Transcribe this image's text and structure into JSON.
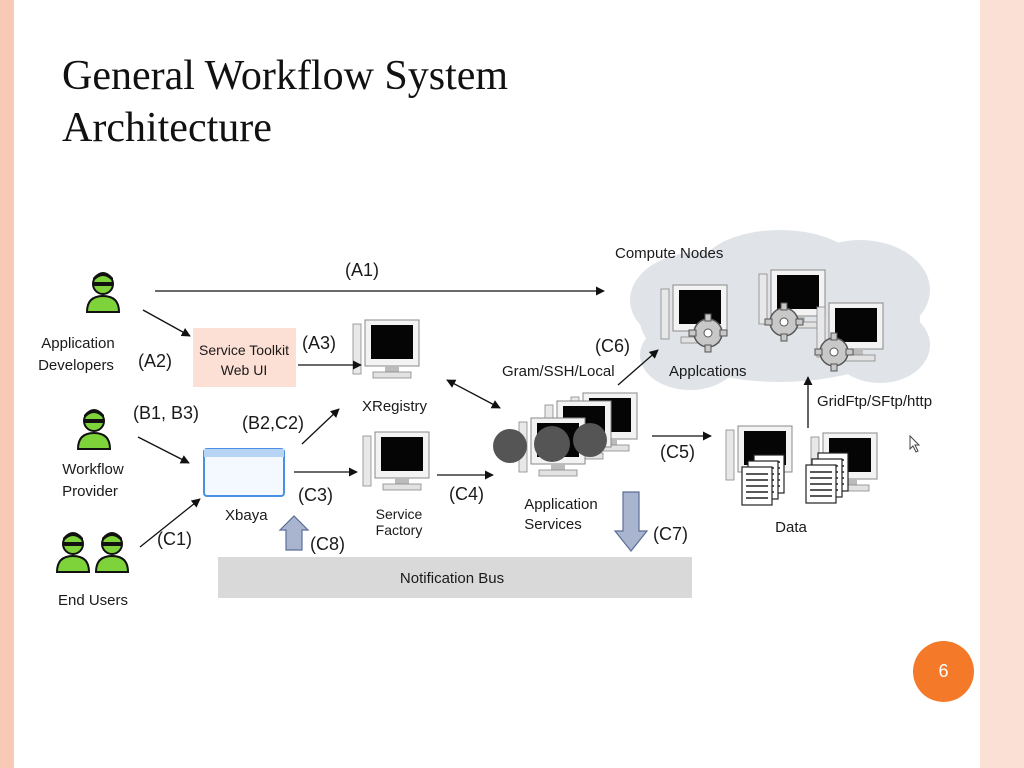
{
  "slide": {
    "title_line1": "General Workflow System",
    "title_line2": "Architecture",
    "page_number": "6"
  },
  "colors": {
    "accent": "#f47a2a",
    "border": "#f8c9b5",
    "toolkit_box": "#fde0d5",
    "bus": "#d9d9d9",
    "cloud": "#e0e4e8",
    "user_green": "#7fd33a"
  },
  "diagram": {
    "actors": {
      "app_dev_line1": "Application",
      "app_dev_line2": "Developers",
      "workflow_line1": "Workflow",
      "workflow_line2": "Provider",
      "end_users": "End Users"
    },
    "components": {
      "toolkit_line1": "Service Toolkit",
      "toolkit_line2": "Web UI",
      "xregistry": "XRegistry",
      "xbaya": "Xbaya",
      "factory_line1": "Service",
      "factory_line2": "Factory",
      "appsvc_line1": "Application",
      "appsvc_line2": "Services",
      "compute_nodes": "Compute Nodes",
      "applications": "Applcations",
      "data": "Data",
      "notification_bus": "Notification Bus",
      "gram": "Gram/SSH/Local",
      "gridftp": "GridFtp/SFtp/http"
    },
    "edges": {
      "a1": "(A1)",
      "a2": "(A2)",
      "a3": "(A3)",
      "b1b3": "(B1, B3)",
      "b2c2": "(B2,C2)",
      "c1": "(C1)",
      "c3": "(C3)",
      "c4": "(C4)",
      "c5": "(C5)",
      "c6": "(C6)",
      "c7": "(C7)",
      "c8": "(C8)"
    }
  }
}
